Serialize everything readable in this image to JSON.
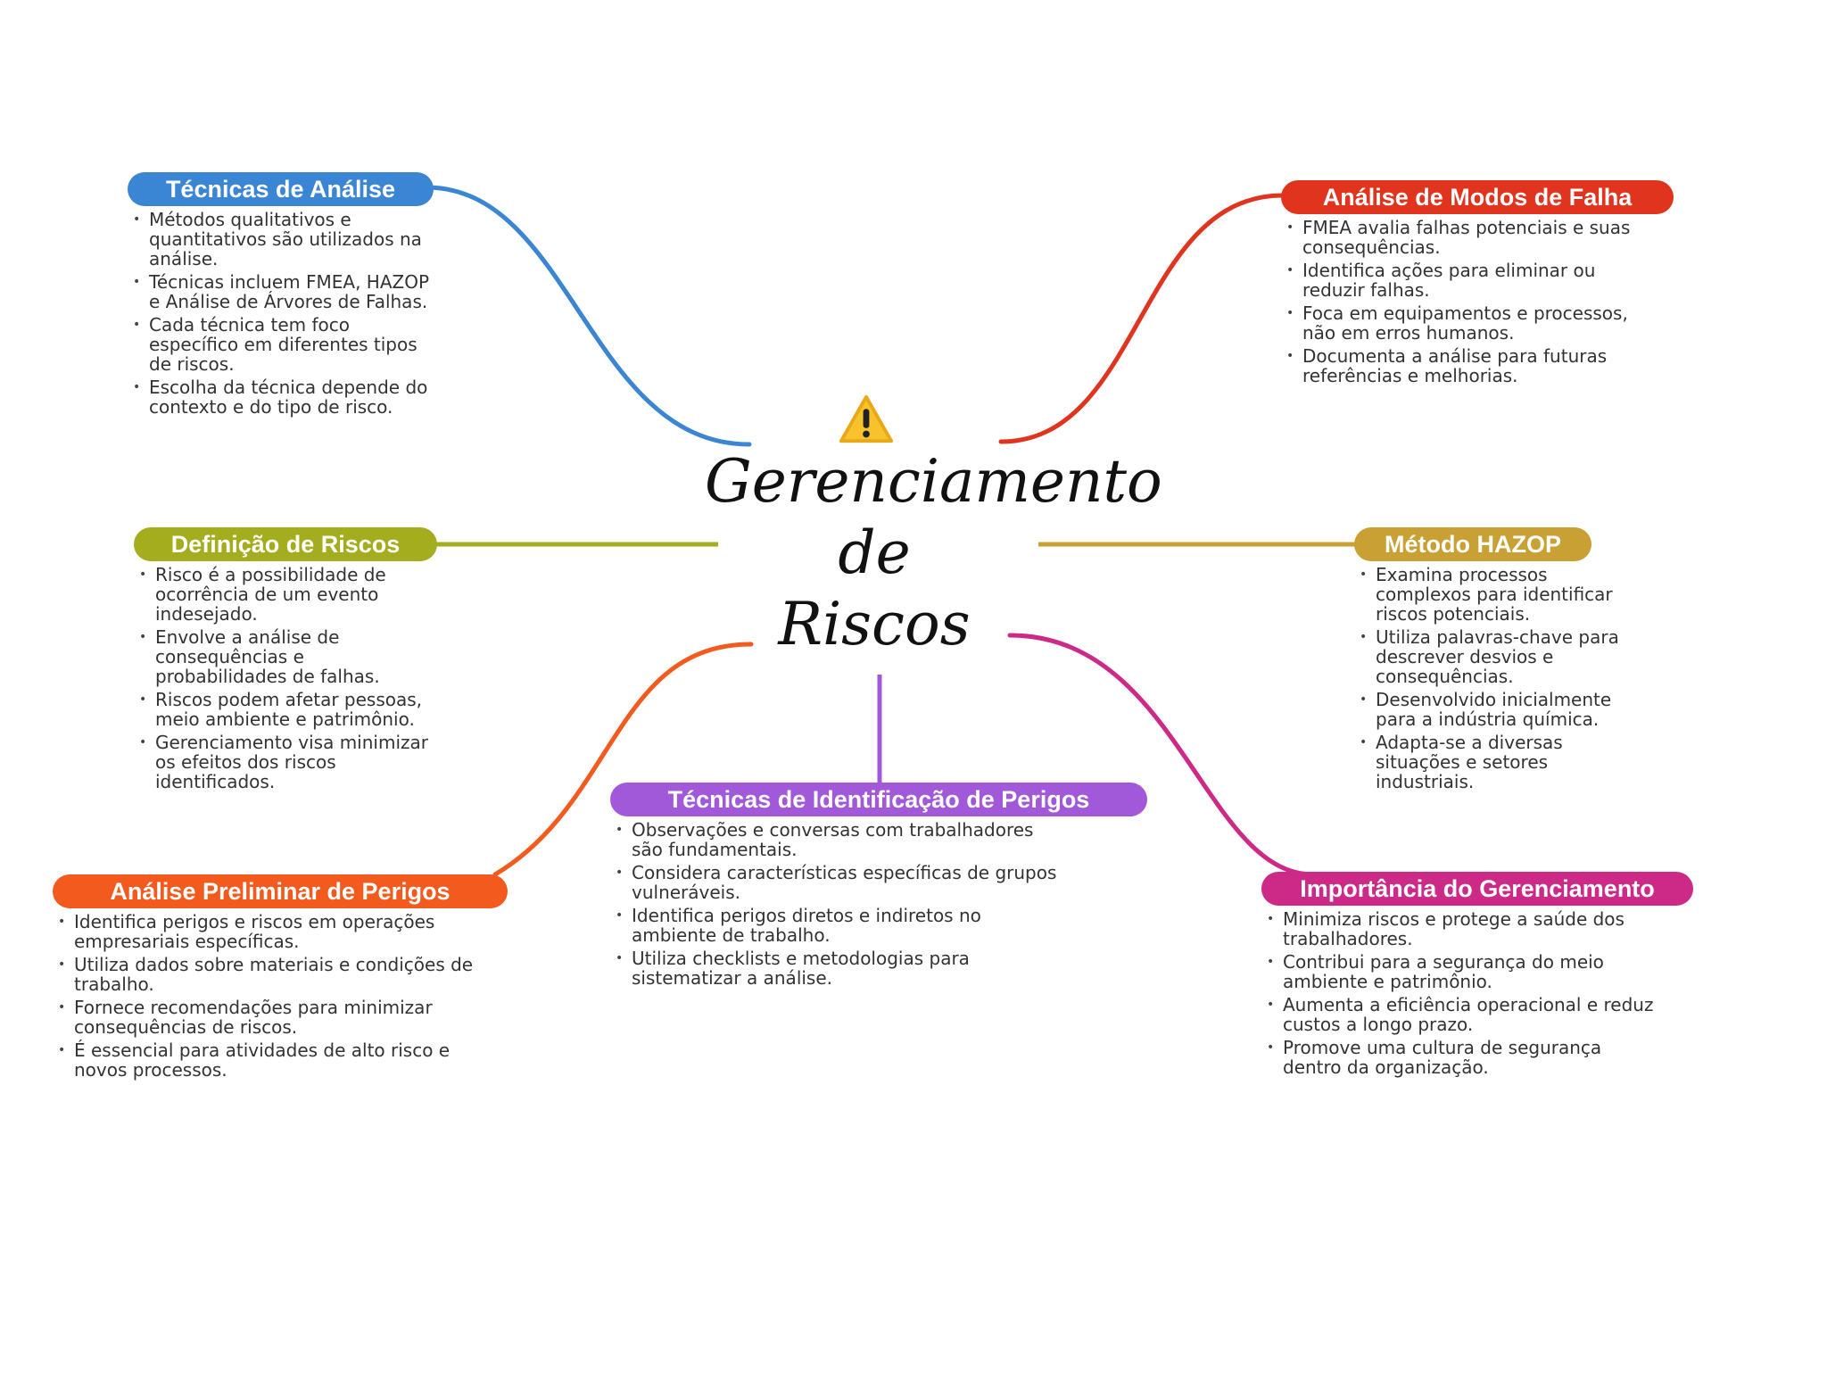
{
  "center": {
    "title": "Gerenciamento\nde\nRiscos",
    "icon": "warning-icon"
  },
  "branches": [
    {
      "id": "tecnicas-analise",
      "title": "Técnicas de Análise",
      "color": "#3a86d4",
      "bullets": [
        "Métodos qualitativos e quantitativos são utilizados na análise.",
        "Técnicas incluem FMEA, HAZOP e Análise de Árvores de Falhas.",
        "Cada técnica tem foco específico em diferentes tipos de riscos.",
        "Escolha da técnica depende do contexto e do tipo de risco."
      ]
    },
    {
      "id": "definicao-riscos",
      "title": "Definição de Riscos",
      "color": "#a3ad1e",
      "bullets": [
        "Risco é a possibilidade de ocorrência de um evento indesejado.",
        "Envolve a análise de consequências e probabilidades de falhas.",
        "Riscos podem afetar pessoas, meio ambiente e patrimônio.",
        "Gerenciamento visa minimizar os efeitos dos riscos identificados."
      ]
    },
    {
      "id": "analise-preliminar",
      "title": "Análise Preliminar de Perigos",
      "color": "#f25a1e",
      "bullets": [
        "Identifica perigos e riscos em operações empresariais específicas.",
        "Utiliza dados sobre materiais e condições de trabalho.",
        "Fornece recomendações para minimizar consequências de riscos.",
        "É essencial para atividades de alto risco e novos processos."
      ]
    },
    {
      "id": "tecnicas-identificacao",
      "title": "Técnicas de Identificação de Perigos",
      "color": "#a259d9",
      "bullets": [
        "Observações e conversas com trabalhadores são fundamentais.",
        "Considera características específicas de grupos vulneráveis.",
        "Identifica perigos diretos e indiretos no ambiente de trabalho.",
        "Utiliza checklists e metodologias para sistematizar a análise."
      ]
    },
    {
      "id": "modos-falha",
      "title": "Análise de Modos de Falha",
      "color": "#e0341e",
      "bullets": [
        "FMEA avalia falhas potenciais e suas consequências.",
        "Identifica ações para eliminar ou reduzir falhas.",
        "Foca em equipamentos e processos, não em erros humanos.",
        "Documenta a análise para futuras referências e melhorias."
      ]
    },
    {
      "id": "metodo-hazop",
      "title": "Método HAZOP",
      "color": "#c9a033",
      "bullets": [
        "Examina processos complexos para identificar riscos potenciais.",
        "Utiliza palavras-chave para descrever desvios e consequências.",
        "Desenvolvido inicialmente para a indústria química.",
        "Adapta-se a diversas situações e setores industriais."
      ]
    },
    {
      "id": "importancia",
      "title": "Importância do Gerenciamento",
      "color": "#cc2a86",
      "bullets": [
        "Minimiza riscos e protege a saúde dos trabalhadores.",
        "Contribui para a segurança do meio ambiente e patrimônio.",
        "Aumenta a eficiência operacional e reduz custos a longo prazo.",
        "Promove uma cultura de segurança dentro da organização."
      ]
    }
  ]
}
